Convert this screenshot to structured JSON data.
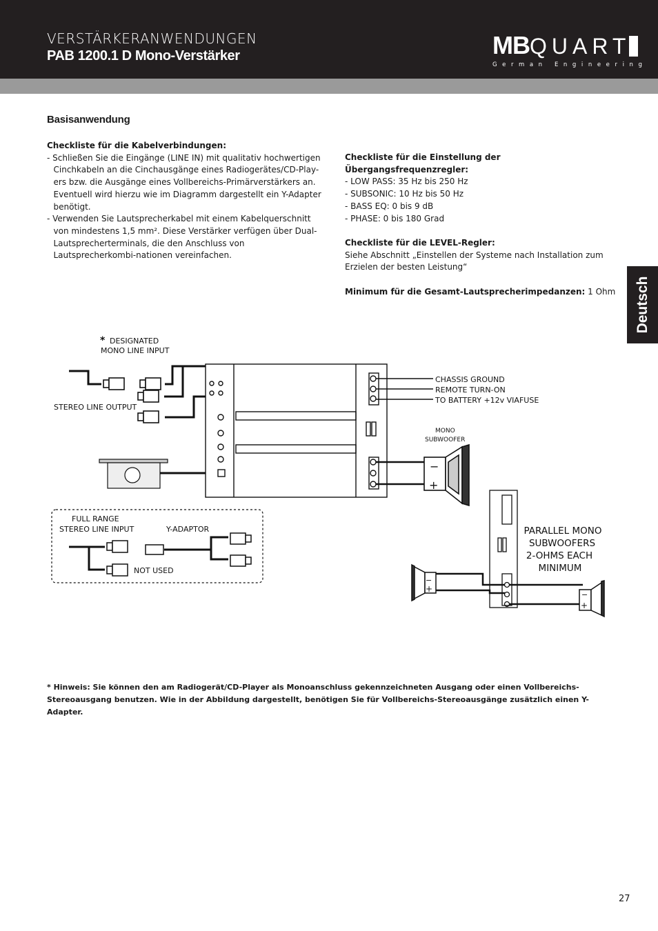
{
  "header": {
    "overline": "VERSTÄRKERANWENDUNGEN",
    "title": "PAB 1200.1 D Mono-Verstärker",
    "logo_mb": "MB",
    "logo_quart": "QUART",
    "logo_sub": "German Engineering"
  },
  "side_tab": "Deutsch",
  "section_title": "Basisanwendung",
  "left": {
    "heading": "Checkliste für die Kabelverbindungen:",
    "item1": "- Schließen Sie die Eingänge (LINE IN) mit qualitativ hochwertigen Cinchkabeln an die Cinchausgänge eines Radiogerätes/CD-Play-ers bzw. die Ausgänge eines Vollbereichs-Primärverstärkers an. Eventuell wird hierzu wie im Diagramm dargestellt ein Y-Adapter benötigt.",
    "item2": "- Verwenden Sie Lautsprecherkabel mit einem Kabelquerschnitt von mindestens 1,5 mm². Diese Verstärker verfügen über Dual-Lautsprecherterminals, die den Anschluss von Lautsprecherkombi-nationen vereinfachen."
  },
  "right": {
    "crossover_heading": "Checkliste für die Einstellung der Übergangsfrequenzregler:",
    "crossover_items": [
      "- LOW PASS: 35 Hz bis 250 Hz",
      "- SUBSONIC: 10 Hz bis 50 Hz",
      "- BASS EQ: 0 bis 9 dB",
      "- PHASE: 0 bis 180 Grad"
    ],
    "level_heading": "Checkliste für die LEVEL-Regler:",
    "level_text": "Siehe Abschnitt „Einstellen der Systeme nach Installation zum Erzielen der besten Leistung“",
    "impedance_label": "Minimum für die Gesamt-Lautsprecherimpedanzen:",
    "impedance_value": " 1 Ohm"
  },
  "diagram": {
    "designated_1": "DESIGNATED",
    "designated_2": "MONO LINE INPUT",
    "stereo_line_output": "STEREO LINE OUTPUT",
    "chassis_ground": "CHASSIS GROUND",
    "remote_turn_on": "REMOTE TURN-ON",
    "to_battery": "TO BATTERY +12v VIAFUSE",
    "mono_1": "MONO",
    "mono_2": "SUBWOOFER",
    "full_range": "FULL RANGE",
    "stereo_line_input": "STEREO LINE INPUT",
    "y_adaptor": "Y-ADAPTOR",
    "not_used": "NOT USED",
    "parallel_1": "PARALLEL MONO",
    "parallel_2": "SUBWOOFERS",
    "parallel_3": "2-OHMS EACH",
    "parallel_4": "MINIMUM"
  },
  "footnote": "* Hinweis: Sie können den am Radiogerät/CD-Player als Monoanschluss gekennzeichneten Ausgang oder einen Vollbereichs-Stereoausgang benutzen. Wie in der Abbildung dargestellt, benötigen Sie für Vollbereichs-Stereoausgänge zusätzlich einen Y-Adapter.",
  "page_number": "27"
}
